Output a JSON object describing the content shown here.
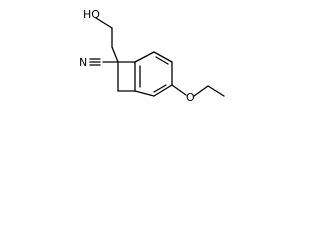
{
  "molecule": {
    "atoms": {
      "hydroxyl": "HO",
      "nitrile_n": "N",
      "ether_o": "O"
    },
    "colors": {
      "bond": "#000000",
      "text": "#000000",
      "background": "#ffffff"
    }
  }
}
